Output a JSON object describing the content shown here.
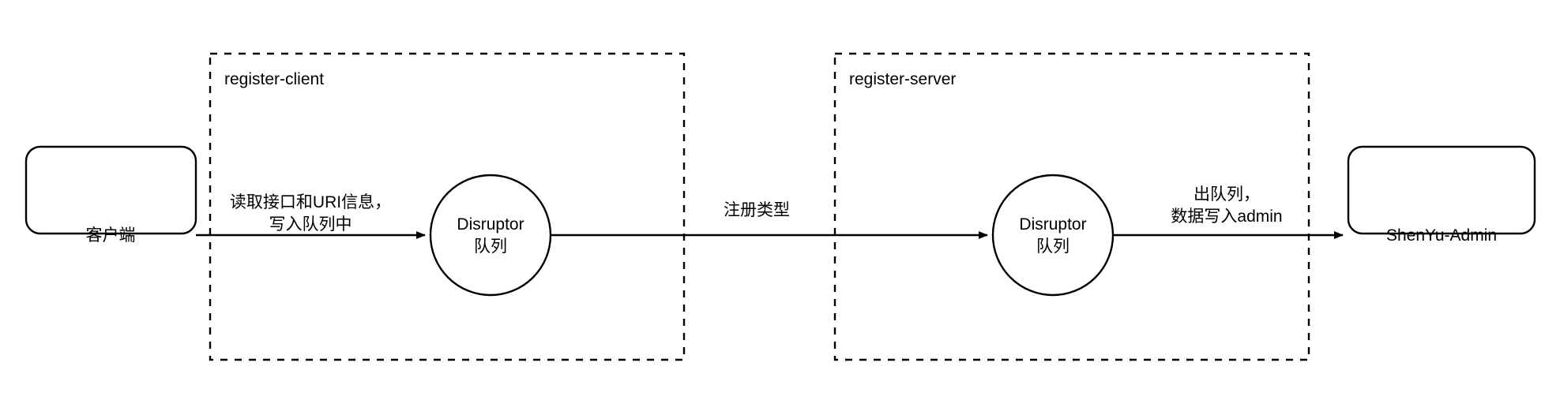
{
  "diagram": {
    "title": "ShenYu register client/server Disruptor queue flow",
    "background_color": "#ffffff",
    "stroke_color": "#000000",
    "text_color": "#000000",
    "groups": [
      {
        "id": "register-client",
        "label": "register-client",
        "style": "dashed-rectangle"
      },
      {
        "id": "register-server",
        "label": "register-server",
        "style": "dashed-rectangle"
      }
    ],
    "nodes": [
      {
        "id": "client",
        "label": "客户端",
        "shape": "rounded-rectangle"
      },
      {
        "id": "disruptor-client",
        "label_line1": "Disruptor",
        "label_line2": "队列",
        "shape": "circle"
      },
      {
        "id": "disruptor-server",
        "label_line1": "Disruptor",
        "label_line2": "队列",
        "shape": "circle"
      },
      {
        "id": "shenyu-admin",
        "label": "ShenYu-Admin",
        "shape": "rounded-rectangle"
      }
    ],
    "edges": [
      {
        "id": "client-to-disruptor-client",
        "from": "client",
        "to": "disruptor-client",
        "label_line1": "读取接口和URI信息，",
        "label_line2": "写入队列中"
      },
      {
        "id": "disruptor-client-to-disruptor-server",
        "from": "disruptor-client",
        "to": "disruptor-server",
        "label_line1": "注册类型",
        "label_line2": ""
      },
      {
        "id": "disruptor-server-to-admin",
        "from": "disruptor-server",
        "to": "shenyu-admin",
        "label_line1": "出队列，",
        "label_line2": "数据写入admin"
      }
    ]
  }
}
